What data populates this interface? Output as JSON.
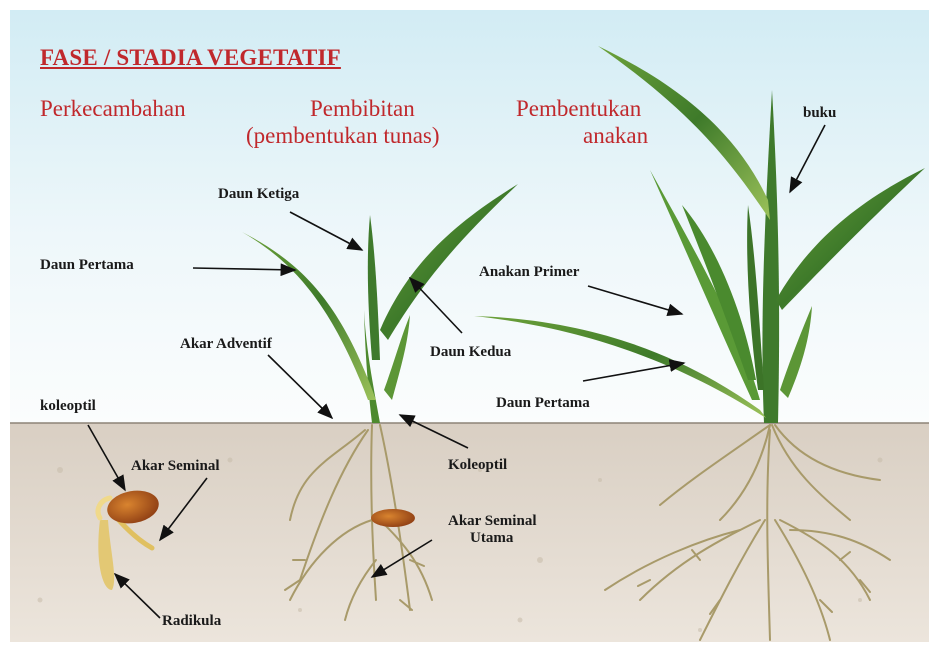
{
  "title": "FASE / STADIA VEGETATIF",
  "stages": {
    "germination": "Perkecambahan",
    "seedling_line1": "Pembibitan",
    "seedling_line2": "(pembentukan tunas)",
    "tillering_line1": "Pembentukan",
    "tillering_line2": "anakan"
  },
  "labels": {
    "daun_ketiga": "Daun Ketiga",
    "daun_pertama_1": "Daun Pertama",
    "akar_adventif": "Akar Adventif",
    "daun_kedua": "Daun Kedua",
    "koleoptil_top": "koleoptil",
    "akar_seminal": "Akar Seminal",
    "koleoptil": "Koleoptil",
    "akar_seminal_utama_1": "Akar Seminal",
    "akar_seminal_utama_2": "Utama",
    "radikula": "Radikula",
    "buku": "buku",
    "anakan_primer": "Anakan Primer",
    "daun_pertama_2": "Daun Pertama"
  },
  "colors": {
    "title_red": "#c0282c",
    "leaf_green": "#3f7a2c",
    "leaf_light": "#8dbf4a",
    "root_tan": "#a89a6a",
    "soil": "#e6ddd2",
    "sky_top": "#d6edf5",
    "seed_brown": "#9c4a1a"
  }
}
